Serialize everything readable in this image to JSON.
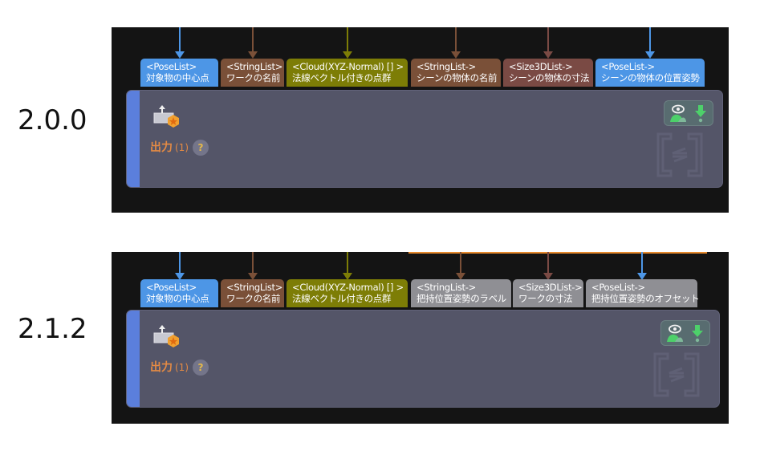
{
  "sections": [
    {
      "version": "2.0.0",
      "ports": [
        {
          "type": "<PoseList>",
          "label": "対象物の中心点",
          "color": "#4d96e6",
          "wire_color": "#4d96e6"
        },
        {
          "type": "<StringList>",
          "label": "ワークの名前",
          "color": "#7a5038",
          "wire_color": "#7a5038"
        },
        {
          "type": "<Cloud(XYZ-Normal) [] >",
          "label": "法線ベクトル付きの点群",
          "color": "#7d7d06",
          "wire_color": "#7d7d06"
        },
        {
          "type": "<StringList->",
          "label": "シーンの物体の名前",
          "color": "#7a5038",
          "wire_color": "#7a5038"
        },
        {
          "type": "<Size3DList->",
          "label": "シーンの物体の寸法",
          "color": "#7a4a44",
          "wire_color": "#7a4a44"
        },
        {
          "type": "<PoseList->",
          "label": "シーンの物体の位置姿勢",
          "color": "#4d96e6",
          "wire_color": "#4d96e6"
        }
      ],
      "node": {
        "output_label": "出力",
        "output_count": "(1)",
        "help": "?"
      }
    },
    {
      "version": "2.1.2",
      "ports": [
        {
          "type": "<PoseList>",
          "label": "対象物の中心点",
          "color": "#4d96e6",
          "wire_color": "#4d96e6"
        },
        {
          "type": "<StringList>",
          "label": "ワークの名前",
          "color": "#7a5038",
          "wire_color": "#7a5038"
        },
        {
          "type": "<Cloud(XYZ-Normal) [] >",
          "label": "法線ベクトル付きの点群",
          "color": "#7d7d06",
          "wire_color": "#7d7d06"
        },
        {
          "type": "<StringList->",
          "label": "把持位置姿勢のラベル",
          "color": "#8f8f94",
          "wire_color": "#7a5038"
        },
        {
          "type": "<Size3DList->",
          "label": "ワークの寸法",
          "color": "#8f8f94",
          "wire_color": "#7a4a44"
        },
        {
          "type": "<PoseList->",
          "label": "把持位置姿勢のオフセット",
          "color": "#8f8f94",
          "wire_color": "#4d96e6"
        }
      ],
      "node": {
        "output_label": "出力",
        "output_count": "(1)",
        "help": "?"
      }
    }
  ],
  "colors": {
    "node_stripe": "#5b7fdc",
    "output_text": "#e38a44",
    "connection_highlight": "#e6892c"
  }
}
